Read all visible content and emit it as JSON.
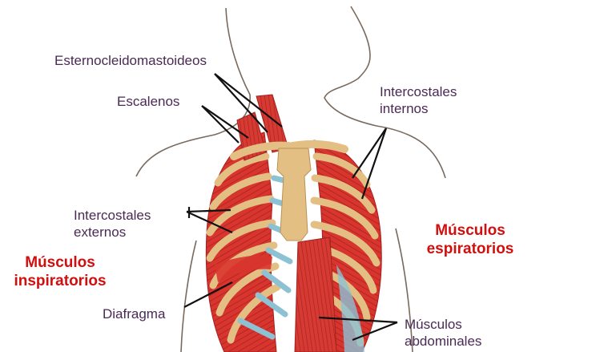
{
  "labels": {
    "esternocleidomastoideos": "Esternocleidomastoideos",
    "escalenos": "Escalenos",
    "intercostales_internos_1": "Intercostales",
    "intercostales_internos_2": "internos",
    "intercostales_externos_1": "Intercostales",
    "intercostales_externos_2": "externos",
    "diafragma": "Diafragma",
    "musculos_abdominales_1": "Músculos",
    "musculos_abdominales_2": "abdominales"
  },
  "groups": {
    "inspiratorios_1": "Músculos",
    "inspiratorios_2": "inspiratorios",
    "espiratorios_1": "Músculos",
    "espiratorios_2": "espiratorios"
  },
  "colors": {
    "muscle": "#d8352e",
    "muscle_dark": "#a51f1c",
    "bone": "#e3bf84",
    "cartilage": "#8cc2d4",
    "outline": "#7a6a5e",
    "label_text": "#4a2a55",
    "group_text": "#d10f0f"
  }
}
